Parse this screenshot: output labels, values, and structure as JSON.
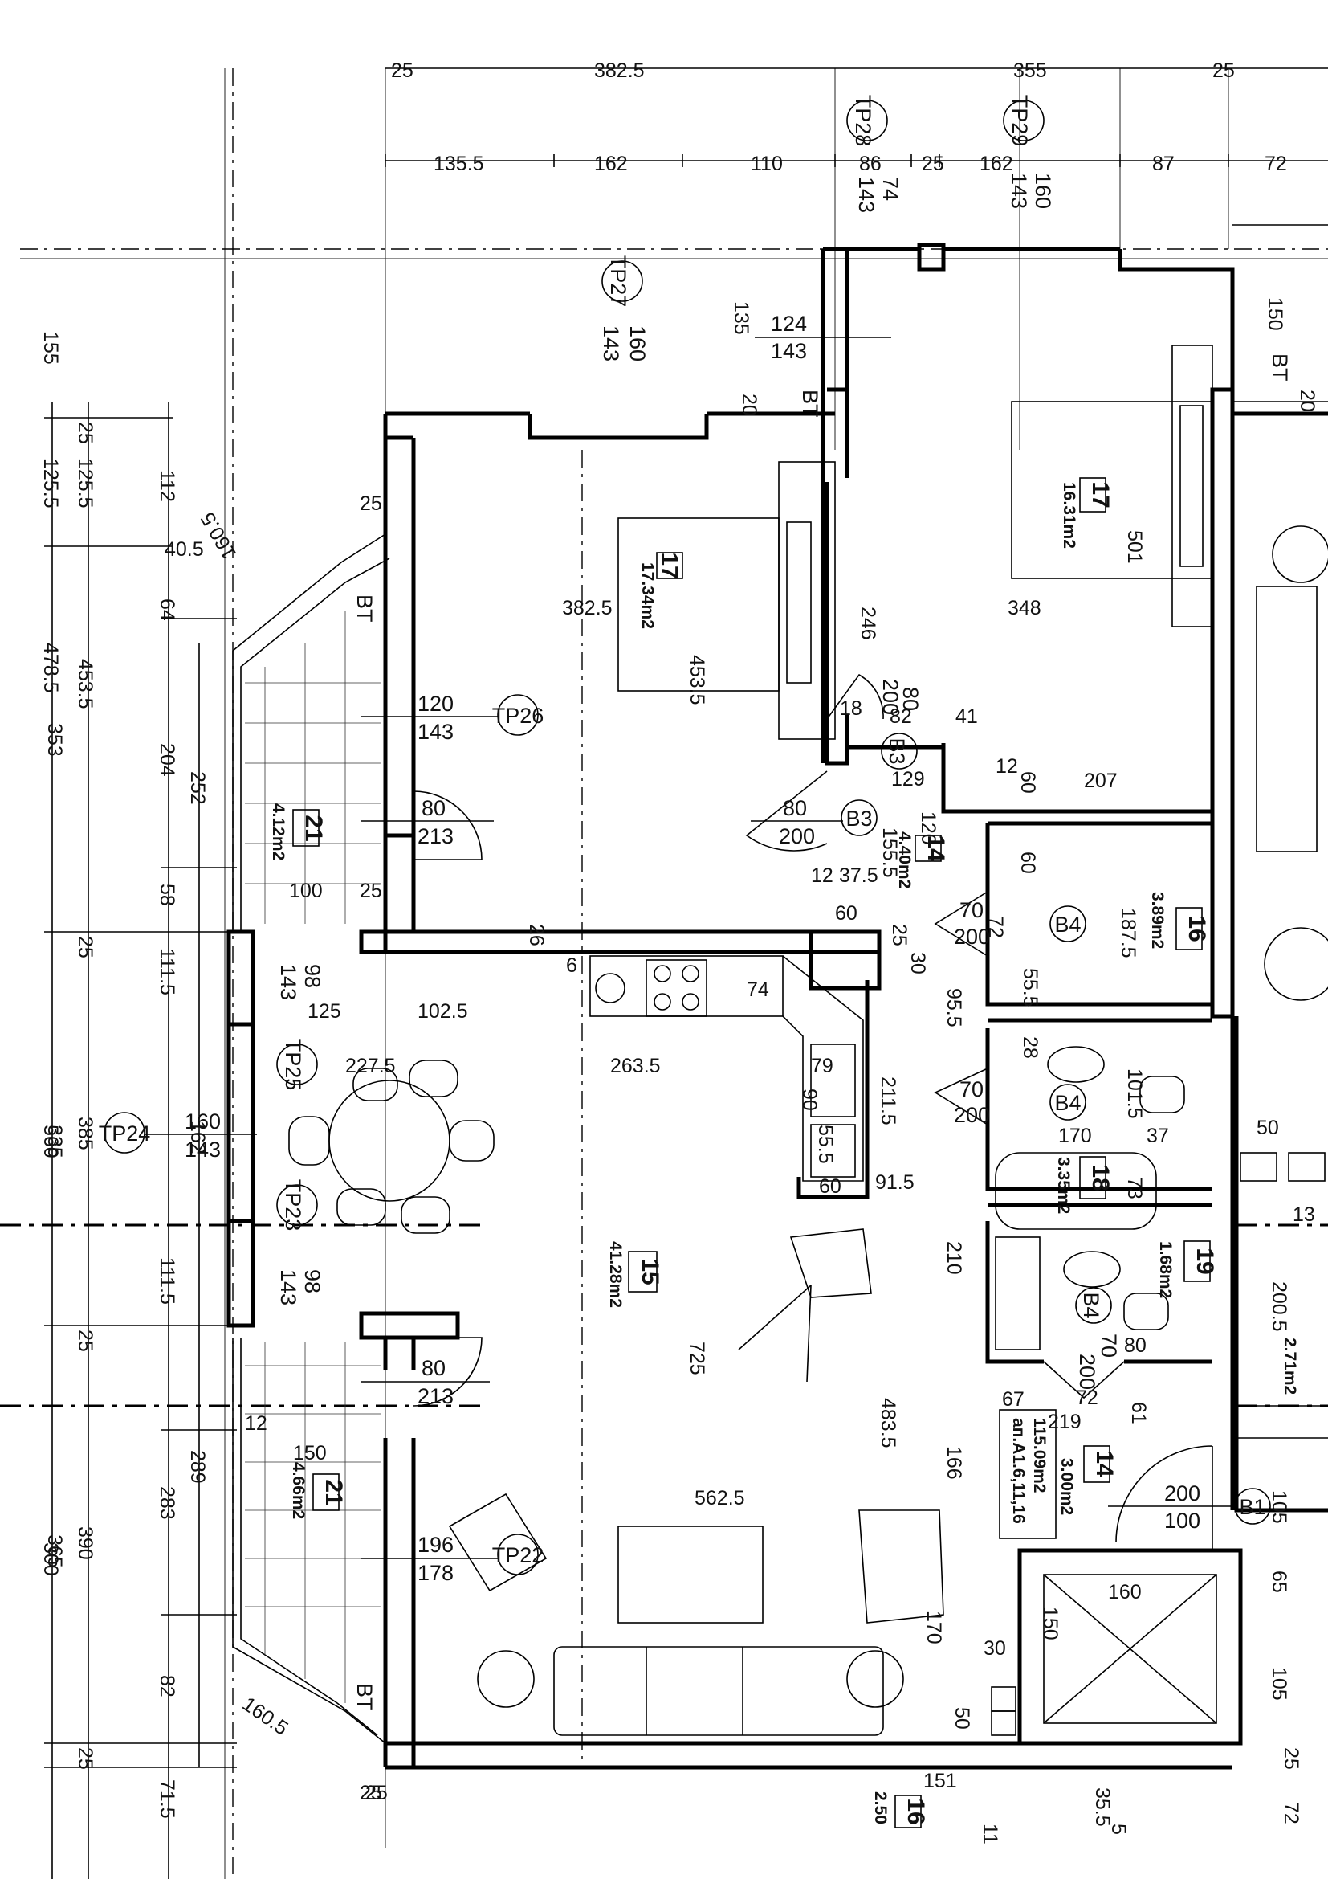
{
  "rooms": [
    {
      "id": "r17a",
      "number": "17",
      "area": "17.34m2"
    },
    {
      "id": "r17b",
      "number": "17",
      "area": "16.31m2"
    },
    {
      "id": "r21a",
      "number": "21",
      "area": "4.12m2"
    },
    {
      "id": "r21b",
      "number": "21",
      "area": "4.66m2"
    },
    {
      "id": "r15",
      "number": "15",
      "area": "41.28m2"
    },
    {
      "id": "r14a",
      "number": "14",
      "area": "4.40m2"
    },
    {
      "id": "r16",
      "number": "16",
      "area": "3.89m2"
    },
    {
      "id": "r18",
      "number": "18",
      "area": "3.35m2"
    },
    {
      "id": "r19",
      "number": "19",
      "area": "1.68m2"
    },
    {
      "id": "r14b",
      "number": "14",
      "area": "3.00m2"
    },
    {
      "id": "rside",
      "number": "",
      "area": "2.71m2"
    },
    {
      "id": "rbot",
      "number": "16",
      "area": "2.50"
    }
  ],
  "apartment": {
    "code": "ап.А1.6,11,16",
    "area": "115.09m2"
  },
  "tags": {
    "tp28": "TP28",
    "tp29": "TP29",
    "tp27": "TP27",
    "tp26": "TP26",
    "tp25": "TP25",
    "tp24": "TP24",
    "tp23": "TP23",
    "tp22": "TP22",
    "b3a": "B3",
    "b3b": "B3",
    "b4a": "B4",
    "b4b": "B4",
    "b4c": "B4",
    "b1": "B1"
  },
  "openings": {
    "tp28_w": "74",
    "tp28_h": "143",
    "tp29_w": "160",
    "tp29_h": "143",
    "tp27_w": "160",
    "tp27_h": "143",
    "w124": "124",
    "w124h": "143",
    "tp26_w": "120",
    "tp26_h": "143",
    "d80a_w": "80",
    "d80a_h": "213",
    "d80b_w": "80",
    "d80b_h": "200",
    "d80c_w": "80",
    "d80c_h": "200",
    "tp25_w": "98",
    "tp25_h": "143",
    "tp24_w": "160",
    "tp24_h": "143",
    "tp23_w": "98",
    "tp23_h": "143",
    "d80d_w": "80",
    "d80d_h": "213",
    "tp22_w": "196",
    "tp22_h": "178",
    "d70a_w": "70",
    "d70a_h": "200",
    "d70b_w": "70",
    "d70b_h": "200",
    "d70c_w": "70",
    "d70c_h": "200",
    "d200_w": "200",
    "d200_h": "100"
  },
  "dims": {
    "top1": "135.5",
    "top2": "162",
    "top3": "110",
    "top4": "86",
    "top5": "25",
    "top6": "162",
    "top7": "87",
    "top8": "72",
    "top_a": "382.5",
    "top_b": "355",
    "top_c": "25",
    "top_d": "25",
    "l1": "125.5",
    "l2": "453.5",
    "l3": "353",
    "l4": "111.5",
    "l5": "385",
    "l6": "335",
    "l7": "111.5",
    "l8": "365",
    "l9": "390",
    "l10": "71.5",
    "l11": "25",
    "l12": "25",
    "l13": "25",
    "l14": "25",
    "l15": "155",
    "l16": "478.5",
    "l17": "560",
    "l18": "300",
    "c1": "112",
    "c2": "40.5",
    "c3": "64",
    "c4": "204",
    "c5": "252",
    "c6": "58",
    "c7": "162",
    "c8": "283",
    "c9": "289",
    "c10": "82",
    "diag1": "160.5",
    "diag2": "160.5",
    "i25a": "25",
    "i25b": "25",
    "i25c": "25",
    "i100": "100",
    "i125": "125",
    "i102": "102.5",
    "i227": "227.5",
    "i263": "263.5",
    "i150": "150",
    "i12": "12",
    "i562": "562.5",
    "i725": "725",
    "i483": "483.5",
    "i382": "382.5",
    "i453": "453.5",
    "i348": "348",
    "i246": "246",
    "i501": "501",
    "i135": "135",
    "i20": "20",
    "i18": "18",
    "i82": "82",
    "i41": "41",
    "i129": "129",
    "i12b": "12",
    "i60a": "60",
    "i207": "207",
    "i120": "120",
    "i155": "155.5",
    "i37": "37.5",
    "i12c": "12",
    "i60b": "60",
    "i60c": "60",
    "i72a": "72",
    "i187": "187.5",
    "i55": "55.5",
    "i95": "95.5",
    "i28": "28",
    "i101": "101.5",
    "i170": "170",
    "i37b": "37",
    "i50": "50",
    "i73": "73",
    "i91": "91.5",
    "i211": "211.5",
    "i210": "210",
    "i80": "80",
    "i67": "67",
    "i72b": "72",
    "i61": "61",
    "i219": "219",
    "i166": "166",
    "i105a": "105",
    "i65": "65",
    "i160": "160",
    "i150b": "150",
    "i105b": "105",
    "i30": "30",
    "i50b": "50",
    "i151": "151",
    "i35": "35.5",
    "i170b": "170",
    "i74": "74",
    "i79": "79",
    "i90": "90",
    "i55b": "55.5",
    "i60d": "60",
    "i6": "6",
    "i26": "26",
    "i25d": "25",
    "i30b": "30",
    "i13": "13",
    "i200": "200.5",
    "i20b": "20",
    "i150c": "150",
    "i25e": "25",
    "i25f": "25",
    "i72c": "72",
    "i11": "11",
    "i5": "5"
  },
  "marks": {
    "bt1": "BT",
    "bt2": "BT",
    "bt3": "BT",
    "bt4": "BT"
  }
}
